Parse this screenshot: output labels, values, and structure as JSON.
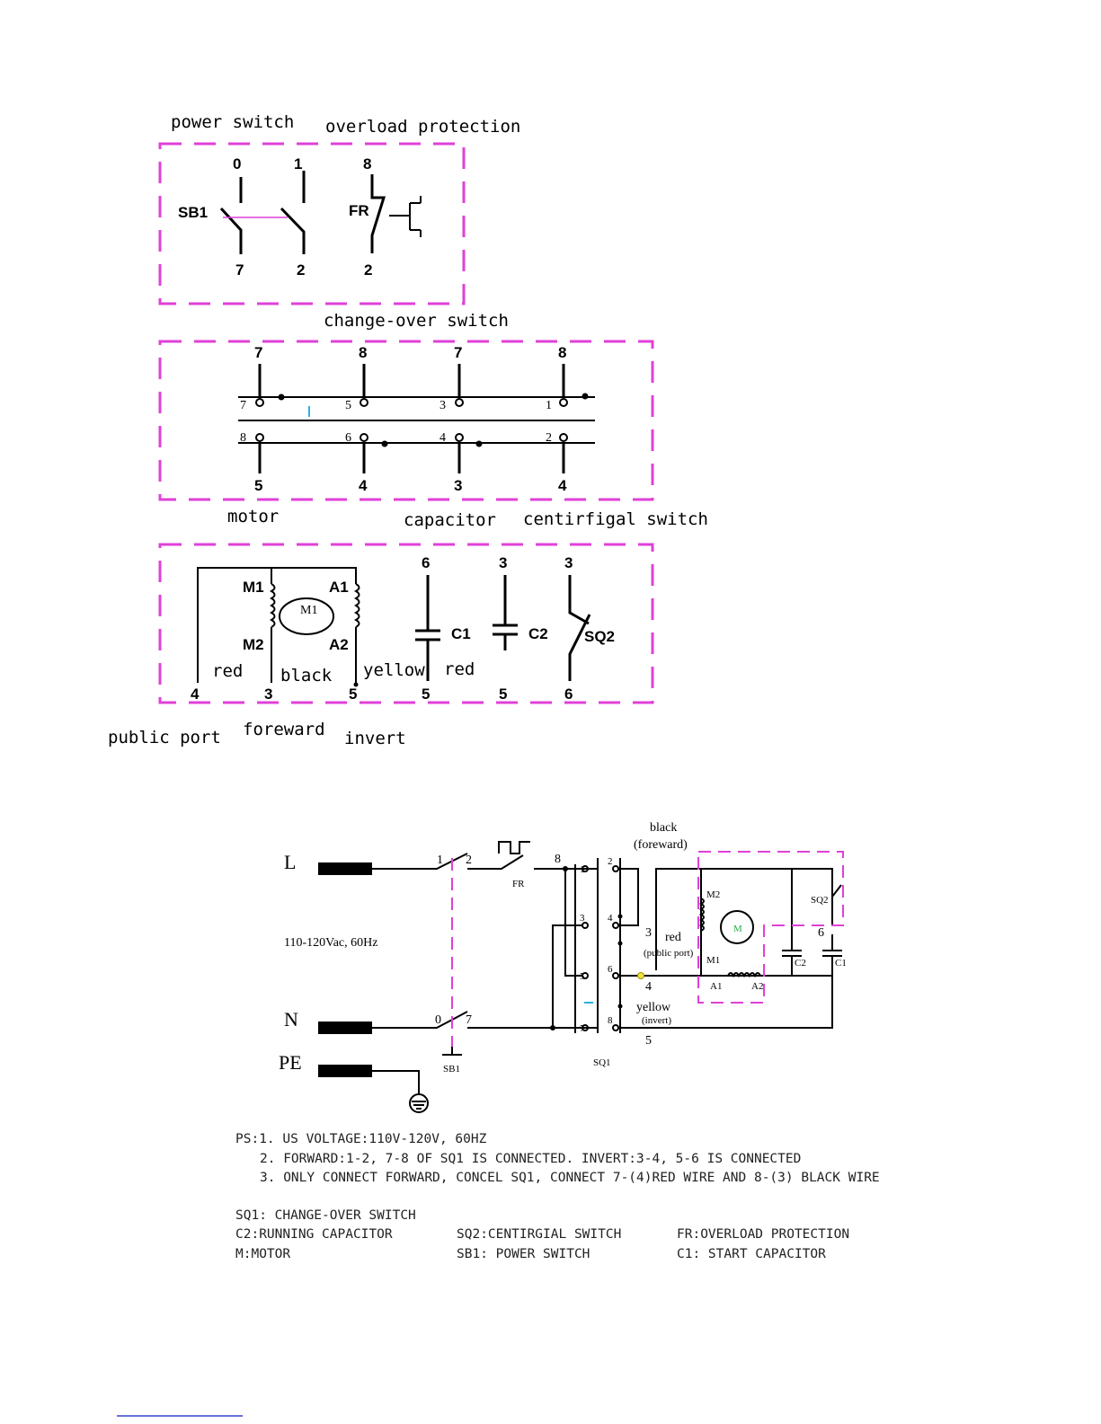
{
  "top_diagram": {
    "power_switch": {
      "title": "power switch",
      "sb_label": "SB1",
      "terminals": [
        "0",
        "1",
        "7",
        "2"
      ]
    },
    "overload": {
      "title": "overload protection",
      "fr_label": "FR",
      "terminals": [
        "8",
        "2"
      ]
    },
    "changeover": {
      "title": "change-over switch",
      "top_terminals": [
        "7",
        "8",
        "7",
        "8"
      ],
      "upper_contacts": [
        "7",
        "5",
        "3",
        "1"
      ],
      "lower_contacts": [
        "8",
        "6",
        "4",
        "2"
      ],
      "bottom_terminals": [
        "5",
        "4",
        "3",
        "4"
      ]
    },
    "motor": {
      "title": "motor",
      "labels": [
        "M1",
        "M2",
        "A1",
        "A2",
        "M1"
      ],
      "wire_colors": [
        "red",
        "black",
        "yellow",
        "red"
      ],
      "terminals": [
        "4",
        "3",
        "5"
      ]
    },
    "capacitor": {
      "title": "capacitor",
      "c1": "C1",
      "c2": "C2",
      "terminals": [
        "6",
        "5",
        "3",
        "5"
      ]
    },
    "centrifugal": {
      "title": "centirfigal switch",
      "sq_label": "SQ2",
      "terminals": [
        "3",
        "6"
      ]
    },
    "ports": [
      "public port",
      "foreward",
      "invert"
    ]
  },
  "bottom_diagram": {
    "lines": [
      "L",
      "N",
      "PE"
    ],
    "voltage": "110-120Vac, 60Hz",
    "nums": [
      "1",
      "2",
      "8",
      "0",
      "7",
      "3",
      "4",
      "5",
      "6"
    ],
    "parts": [
      "FR",
      "SB1",
      "SQ1",
      "SQ2",
      "M2",
      "M1",
      "A1",
      "A2",
      "C2",
      "C1",
      "M"
    ],
    "sq1_contacts": [
      "1",
      "2",
      "3",
      "4",
      "5",
      "6",
      "7",
      "8"
    ],
    "wires": {
      "black": "black",
      "black_sub": "(foreward)",
      "red": "red",
      "red_sub": "(public port)",
      "yellow": "yellow",
      "yellow_sub": "(invert)"
    }
  },
  "notes": {
    "ps1": "PS:1. US VOLTAGE:110V-120V, 60HZ",
    "ps2": "2. FORWARD:1-2, 7-8 OF SQ1 IS CONNECTED.  INVERT:3-4, 5-6 IS CONNECTED",
    "ps3": "3.  ONLY CONNECT FORWARD, CONCEL SQ1,  CONNECT 7-(4)RED WIRE AND 8-(3)  BLACK WIRE",
    "legend": [
      "SQ1: CHANGE-OVER SWITCH",
      "C2:RUNNING CAPACITOR",
      "SQ2:CENTIRGIAL SWITCH",
      "FR:OVERLOAD PROTECTION",
      "M:MOTOR",
      "SB1: POWER SWITCH",
      "C1: START CAPACITOR"
    ]
  },
  "colors": {
    "dash": "#e040d8",
    "footer_link": "#3344cc"
  }
}
